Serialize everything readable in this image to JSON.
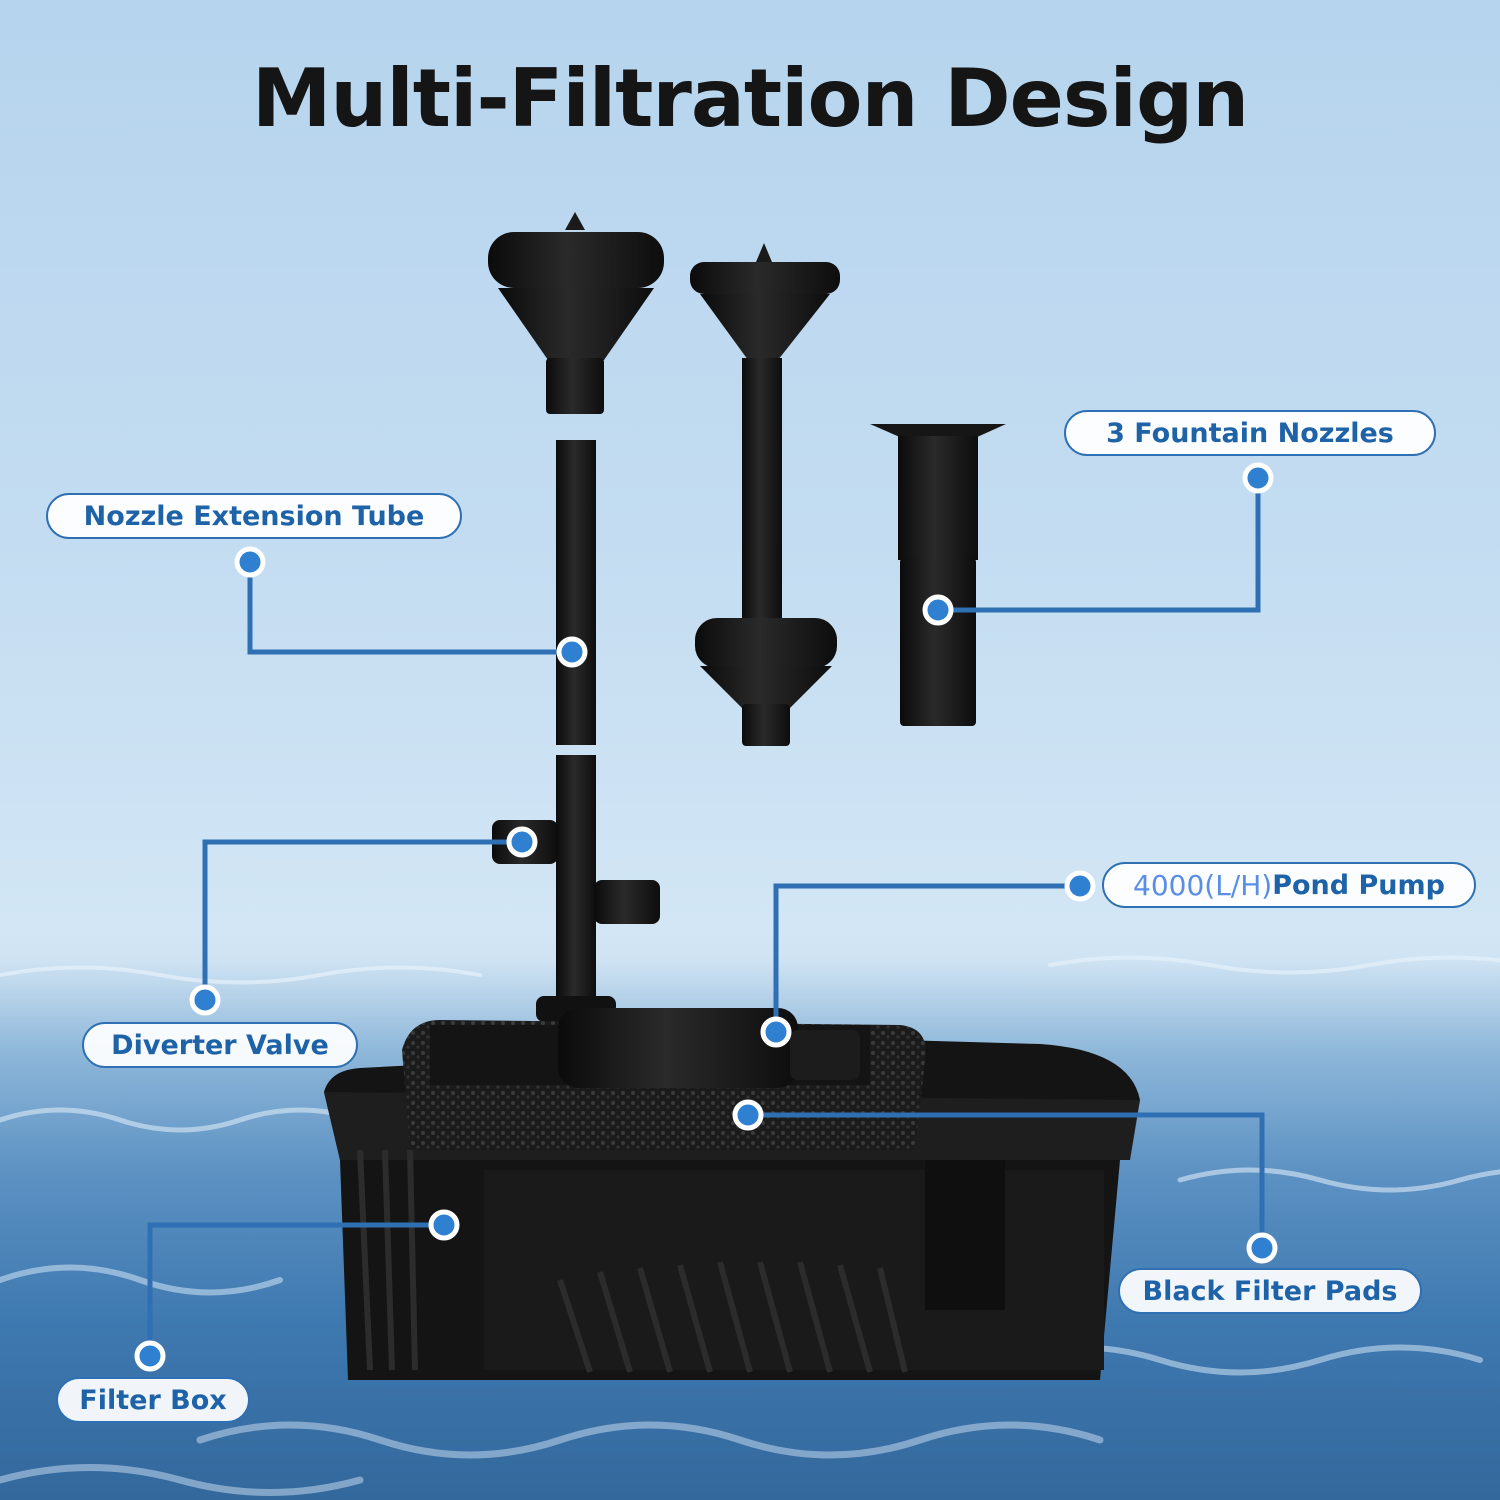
{
  "title": "Multi-Filtration Design",
  "colors": {
    "accent": "#2f6fb3",
    "label_text": "#1e62a8",
    "pump_rate_text": "#5a8ee6",
    "title_text": "#151515",
    "product": "#151515"
  },
  "labels": {
    "fountain_nozzles": "3 Fountain Nozzles",
    "nozzle_extension_tube": "Nozzle Extension Tube",
    "diverter_valve": "Diverter Valve",
    "pond_pump_rate": "4000(L/H)",
    "pond_pump_name": "Pond Pump",
    "black_filter_pads": "Black Filter Pads",
    "filter_box": "Filter Box"
  }
}
